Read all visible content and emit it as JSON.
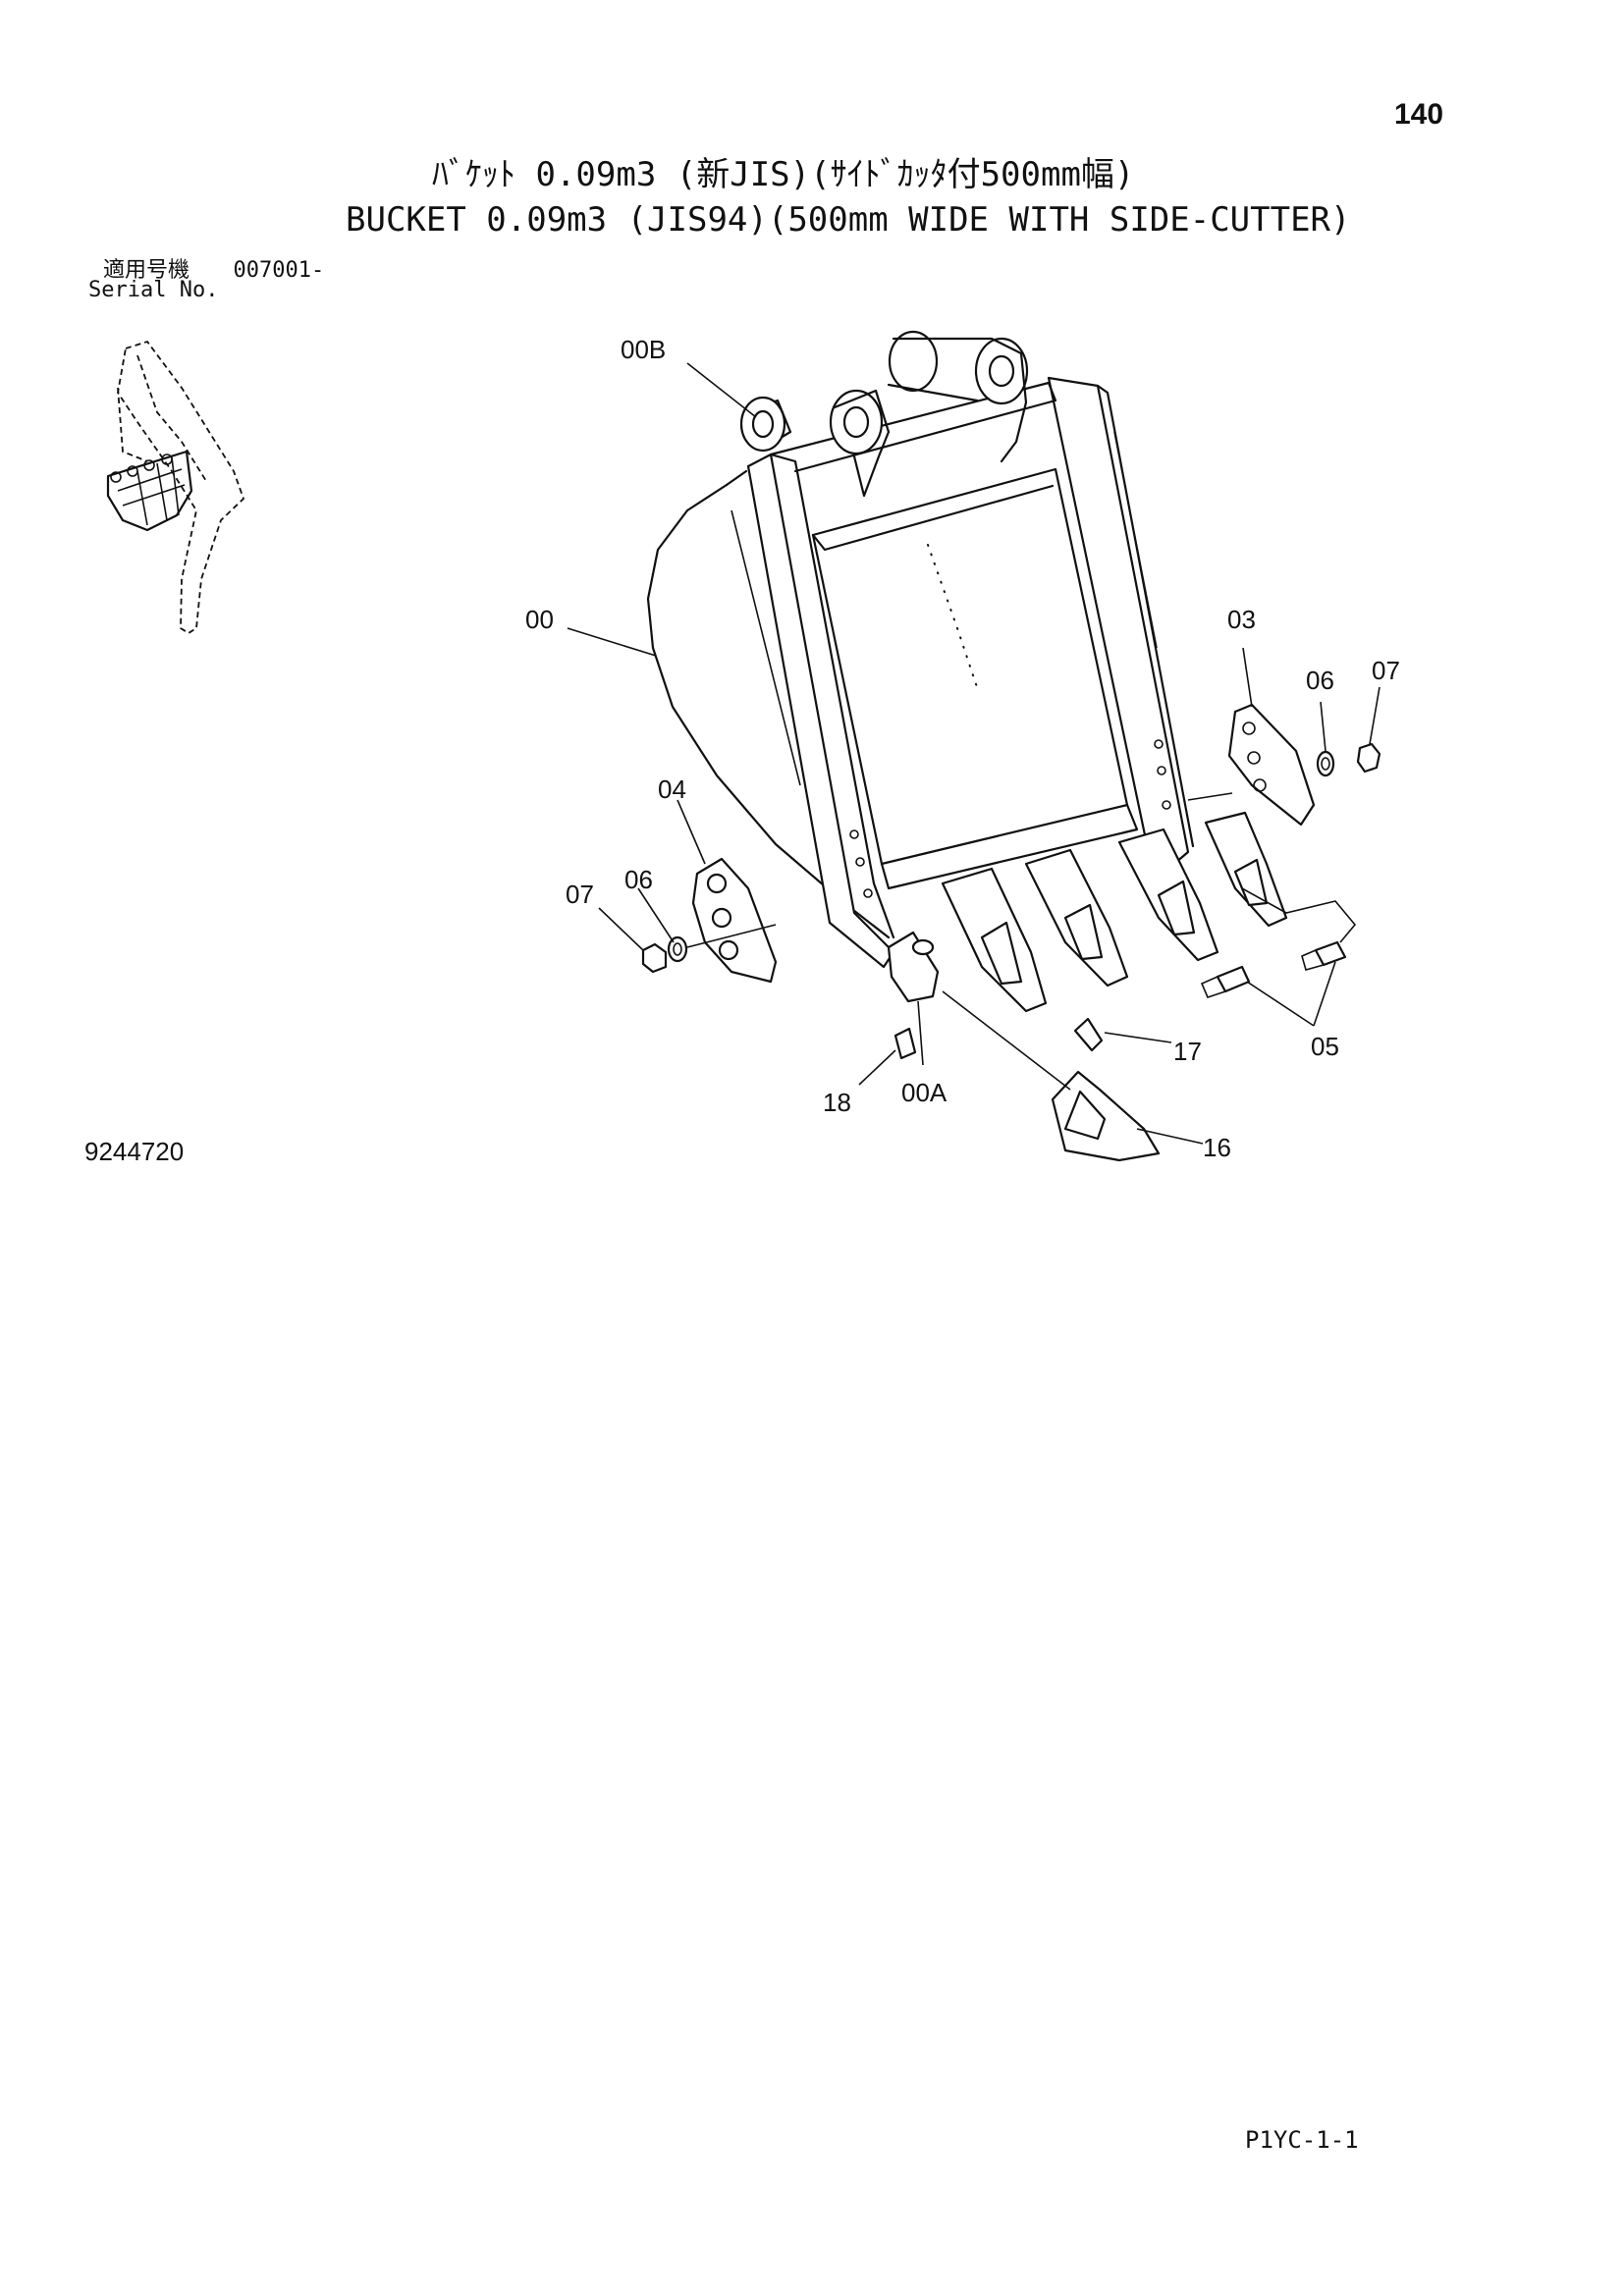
{
  "page": {
    "page_number": "140",
    "title_jp": "ﾊﾞｹｯﾄ 0.09m3 (新JIS)(ｻｲﾄﾞｶｯﾀ付500mm幅)",
    "title_en": "BUCKET 0.09m3 (JIS94)(500mm WIDE WITH SIDE-CUTTER)",
    "serial_label_jp": "適用号機",
    "serial_value": "007001-",
    "serial_label_en": "Serial No.",
    "drawing_number": "9244720",
    "page_code": "P1YC-1-1"
  },
  "callouts": [
    {
      "id": "00B",
      "label": "00B"
    },
    {
      "id": "00",
      "label": "00"
    },
    {
      "id": "03",
      "label": "03"
    },
    {
      "id": "06-right",
      "label": "06"
    },
    {
      "id": "07-right",
      "label": "07"
    },
    {
      "id": "04",
      "label": "04"
    },
    {
      "id": "07-left",
      "label": "07"
    },
    {
      "id": "06-left",
      "label": "06"
    },
    {
      "id": "17",
      "label": "17"
    },
    {
      "id": "05",
      "label": "05"
    },
    {
      "id": "18",
      "label": "18"
    },
    {
      "id": "00A",
      "label": "00A"
    },
    {
      "id": "16",
      "label": "16"
    }
  ]
}
